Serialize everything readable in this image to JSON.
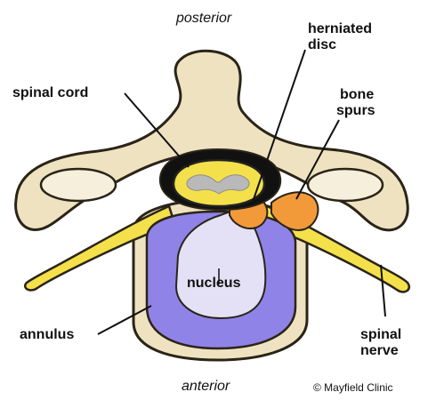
{
  "labels": {
    "posterior": "posterior",
    "herniated_disc_1": "herniated",
    "herniated_disc_2": "disc",
    "spinal_cord": "spinal cord",
    "bone_spurs_1": "bone",
    "bone_spurs_2": "spurs",
    "nucleus": "nucleus",
    "annulus": "annulus",
    "spinal_nerve_1": "spinal",
    "spinal_nerve_2": "nerve",
    "anterior": "anterior",
    "copyright": "© Mayfield Clinic"
  },
  "colors": {
    "bone": "#efe2c0",
    "bone_outline": "#2a2418",
    "nerve": "#f4e04a",
    "cord_outline": "#222222",
    "gray_matter": "#b9b9b9",
    "annulus": "#8f83e8",
    "nucleus": "#e4e1f6",
    "spur_orange": "#f29a3a",
    "canal_dark": "#111111"
  }
}
